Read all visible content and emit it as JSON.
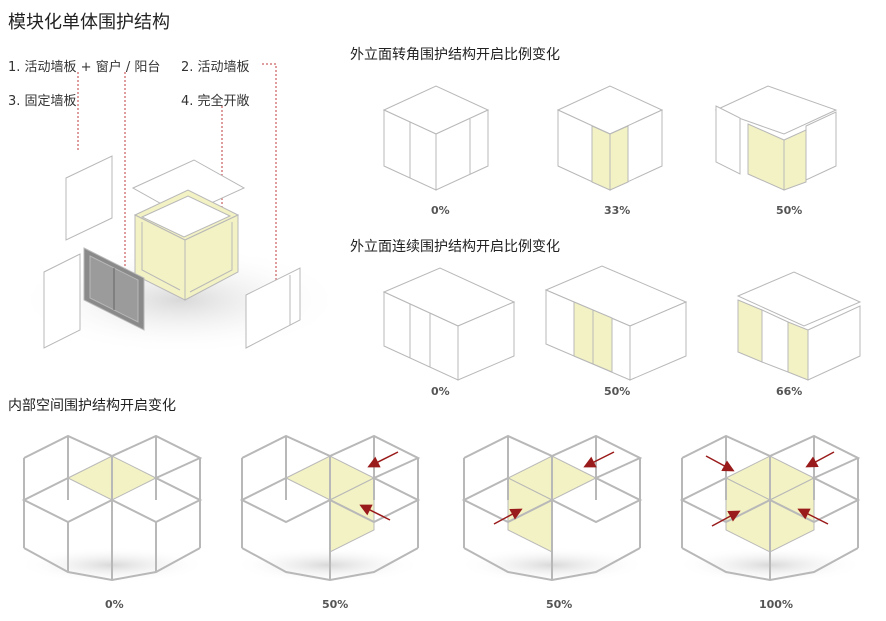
{
  "title": "模块化单体围护结构",
  "legend": {
    "item1": "1. 活动墙板 + 窗户 / 阳台",
    "item2": "2. 活动墙板",
    "item3": "3. 固定墙板",
    "item4": "4. 完全开敞"
  },
  "sections": {
    "corner": {
      "title": "外立面转角围护结构开启比例变化",
      "labels": [
        "0%",
        "33%",
        "50%"
      ]
    },
    "continuous": {
      "title": "外立面连续围护结构开启比例变化",
      "labels": [
        "0%",
        "50%",
        "66%"
      ]
    },
    "interior": {
      "title": "内部空间围护结构开启变化",
      "labels": [
        "0%",
        "50%",
        "50%",
        "100%"
      ]
    }
  },
  "colors": {
    "panel": "#ffffff",
    "panel_edge": "#b8b8b8",
    "highlight": "#f3f2c4",
    "arrow": "#9a1b1b",
    "leader": "#c23b3b"
  }
}
